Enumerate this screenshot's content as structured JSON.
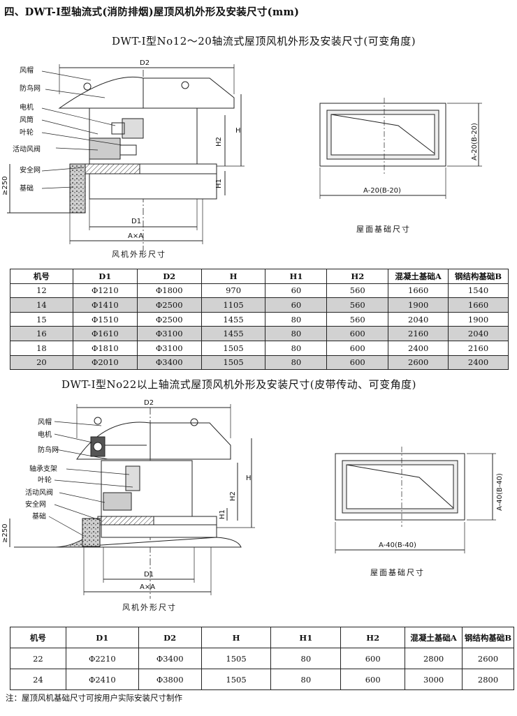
{
  "heading": "四、DWT-Ⅰ型轴流式(消防排烟)屋顶风机外形及安装尺寸(mm)",
  "section1": {
    "title": "DWT-Ⅰ型No12～20轴流式屋顶风机外形及安装尺寸(可变角度)",
    "fan_labels": [
      "风帽",
      "防鸟网",
      "电机",
      "风筒",
      "叶轮",
      "活动风阀",
      "安全网",
      "基础"
    ],
    "dims": {
      "D2": "D2",
      "H": "H",
      "H2": "H2",
      "H1": "H1",
      "D1": "D1",
      "AxA": "A×A",
      "h250": "≥250"
    },
    "fan_caption": "风机外形尺寸",
    "base_dims": {
      "width": "A-20(B-20)",
      "height": "A-20(B-20)"
    },
    "base_caption": "屋面基础尺寸",
    "table": {
      "headers": [
        "机号",
        "D1",
        "D2",
        "H",
        "H1",
        "H2",
        "混凝土基础A",
        "钢结构基础B"
      ],
      "rows": [
        [
          "12",
          "Φ1210",
          "Φ1800",
          "970",
          "60",
          "560",
          "1660",
          "1540"
        ],
        [
          "14",
          "Φ1410",
          "Φ2500",
          "1105",
          "60",
          "560",
          "1900",
          "1660"
        ],
        [
          "15",
          "Φ1510",
          "Φ2500",
          "1455",
          "80",
          "560",
          "2040",
          "1900"
        ],
        [
          "16",
          "Φ1610",
          "Φ3100",
          "1455",
          "80",
          "600",
          "2160",
          "2040"
        ],
        [
          "18",
          "Φ1810",
          "Φ3100",
          "1505",
          "80",
          "600",
          "2400",
          "2160"
        ],
        [
          "20",
          "Φ2010",
          "Φ3400",
          "1505",
          "80",
          "600",
          "2600",
          "2400"
        ]
      ]
    }
  },
  "section2": {
    "title": "DWT-Ⅰ型No22以上轴流式屋顶风机外形及安装尺寸(皮带传动、可变角度)",
    "fan_labels": [
      "风帽",
      "电机",
      "防鸟网",
      "轴承支架",
      "叶轮",
      "活动风阀",
      "安全网",
      "基础"
    ],
    "dims": {
      "D2": "D2",
      "H": "H",
      "H2": "H2",
      "H1": "H1",
      "D1": "D1",
      "AxA": "A×A",
      "h250": "≥250"
    },
    "fan_caption": "风机外形尺寸",
    "base_dims": {
      "width": "A-40(B-40)",
      "height": "A-40(B-40)"
    },
    "base_caption": "屋面基础尺寸",
    "table": {
      "headers": [
        "机号",
        "D1",
        "D2",
        "H",
        "H1",
        "H2",
        "混凝土基础A",
        "钢结构基础B"
      ],
      "rows": [
        [
          "22",
          "Φ2210",
          "Φ3400",
          "1505",
          "80",
          "600",
          "2800",
          "2600"
        ],
        [
          "24",
          "Φ2410",
          "Φ3800",
          "1505",
          "80",
          "600",
          "3000",
          "2800"
        ]
      ]
    }
  },
  "note": "注：屋顶风机基础尺寸可按用户实际安装尺寸制作"
}
